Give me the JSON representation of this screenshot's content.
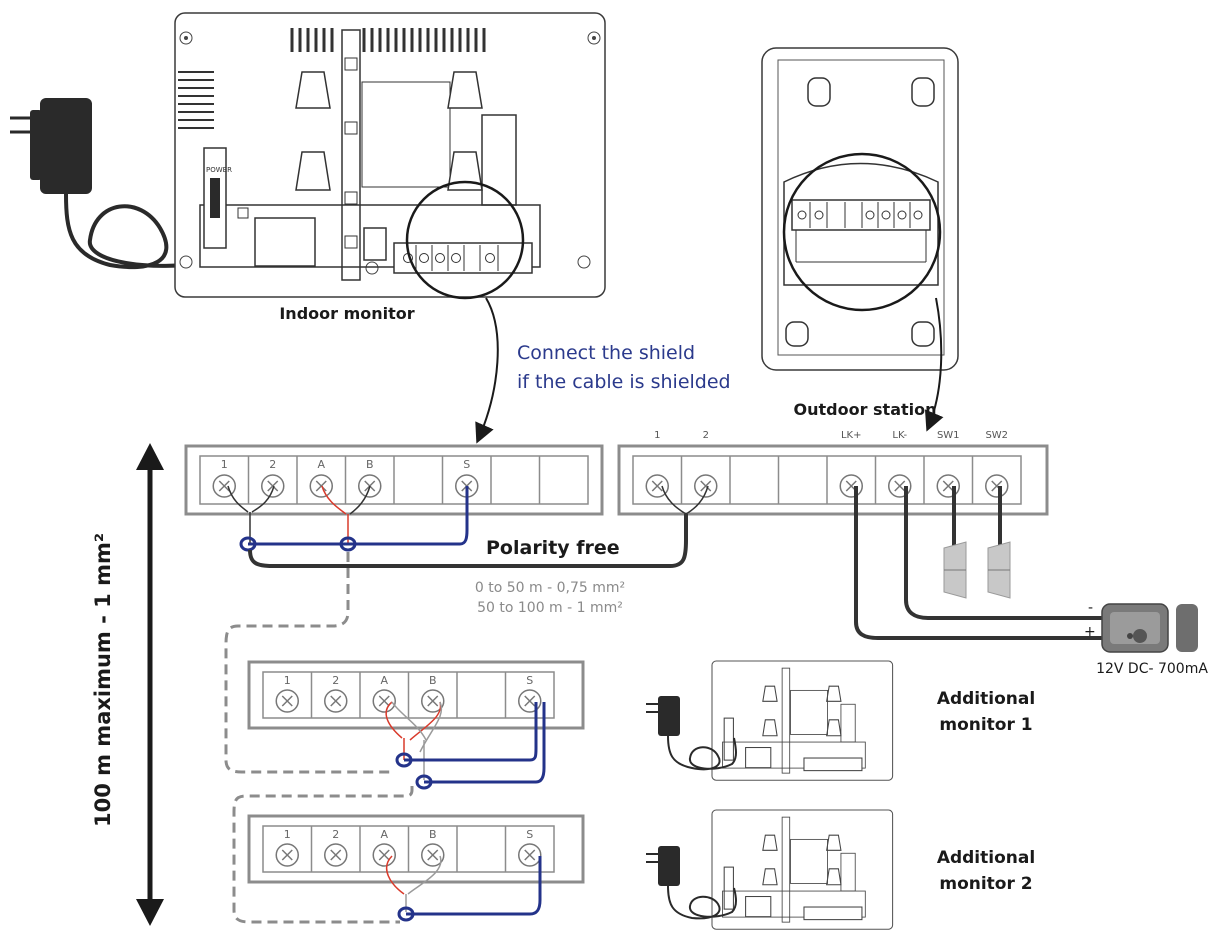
{
  "labels": {
    "indoor_monitor": "Indoor monitor",
    "outdoor_station": "Outdoor station",
    "shield_line1": "Connect the shield",
    "shield_line2": "if the cable is shielded",
    "polarity_free": "Polarity free",
    "cable_spec_line1": "0 to 50 m - 0,75 mm²",
    "cable_spec_line2": "50 to 100 m - 1 mm²",
    "max_length": "100 m maximum - 1 mm²",
    "lock_power": "12V DC- 700mA",
    "lock_minus": "-",
    "lock_plus": "+",
    "additional_monitor_1_line1": "Additional",
    "additional_monitor_1_line2": "monitor 1",
    "additional_monitor_2_line1": "Additional",
    "additional_monitor_2_line2": "monitor 2",
    "power_jack": "POWER"
  },
  "terminal_blocks": {
    "indoor": [
      "1",
      "2",
      "A",
      "B",
      "",
      "S",
      "",
      ""
    ],
    "outdoor": [
      "1",
      "2",
      "",
      "",
      "LK+",
      "LK-",
      "SW1",
      "SW2"
    ],
    "additional_1": [
      "1",
      "2",
      "A",
      "B",
      "",
      "S"
    ],
    "additional_2": [
      "1",
      "2",
      "A",
      "B",
      "",
      "S"
    ]
  },
  "colors": {
    "line": "#333333",
    "bus_blue": "#24338a",
    "red_wire": "#d93a2b",
    "grey_wire": "#9a9a9a",
    "dashed": "#8c8c8c"
  }
}
